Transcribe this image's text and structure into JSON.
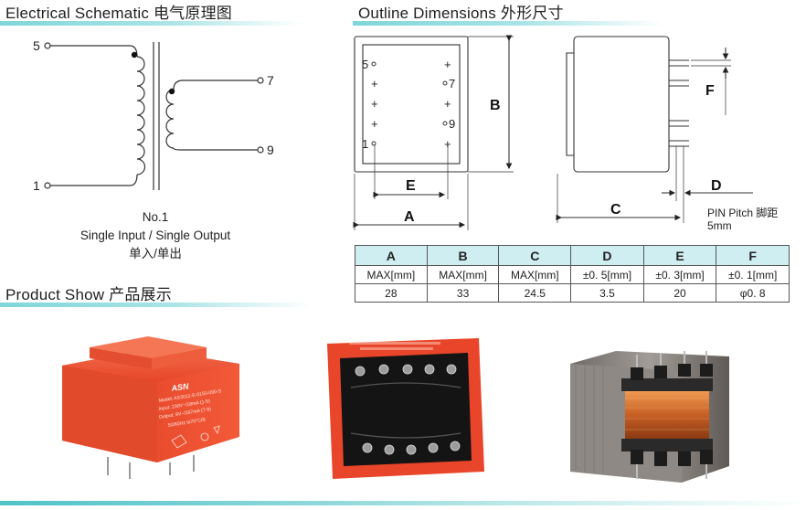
{
  "sections": {
    "schematic_title": "Electrical Schematic  电气原理图",
    "outline_title": "Outline Dimensions  外形尺寸",
    "product_title": "Product Show  产品展示"
  },
  "schematic": {
    "pins": {
      "p5": "5",
      "p1": "1",
      "p7": "7",
      "p9": "9"
    },
    "caption_line1": "No.1",
    "caption_line2": "Single Input / Single Output",
    "caption_line3": "单入/单出"
  },
  "outline": {
    "front_pins": {
      "p5": "5",
      "p7": "7",
      "p9": "9",
      "p1": "1"
    },
    "dim_a": "A",
    "dim_b": "B",
    "dim_c": "C",
    "dim_d": "D",
    "dim_e": "E",
    "dim_f": "F",
    "pin_pitch_line1": "PIN Pitch  脚距",
    "pin_pitch_line2": "5mm"
  },
  "dimension_table": {
    "headers": [
      "A",
      "B",
      "C",
      "D",
      "E",
      "F"
    ],
    "units": [
      "MAX[mm]",
      "MAX[mm]",
      "MAX[mm]",
      "±0. 5[mm]",
      "±0. 3[mm]",
      "±0. 1[mm]"
    ],
    "values": [
      "28",
      "33",
      "24.5",
      "3.5",
      "20",
      "φ0. 8"
    ]
  },
  "products": {
    "photo1_brand": "ASN",
    "photo1_label_lines": [
      "Model: AS3012-E-0150-090-S",
      "Input: 230V~/18mA   (1-5)",
      "Output:  9V~/167mA   (7-9)",
      "50/60Hz   ta70°C/B"
    ]
  },
  "colors": {
    "accent_teal": "#7fd6d9",
    "header_fill": "#cfeef2",
    "transformer_red": "#e8452a"
  }
}
